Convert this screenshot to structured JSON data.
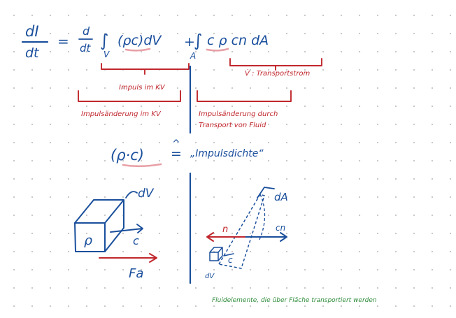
{
  "equation": {
    "lhs_num": "dI",
    "lhs_den": "dt",
    "equals": "=",
    "d_num": "d",
    "d_den": "dt",
    "integral": "∫",
    "int1_sub": "V",
    "int1_body": "(ρc)dV",
    "plus": "+",
    "int2_sub": "A",
    "int2_body": "c ρ  cn  dA"
  },
  "annotations": {
    "transport": "V̇ : Transportstrom",
    "impuls_kv": "Impuls im KV",
    "change_kv": "Impulsänderung im KV",
    "change_transport_1": "Impulsänderung durch",
    "change_transport_2": "Transport von Fluid"
  },
  "density": {
    "expr": "(ρ·c)",
    "equals": "=",
    "hat": "^",
    "label": "„Impulsdichte“"
  },
  "cube": {
    "dV": "dV",
    "rho": "ρ",
    "c": "c",
    "force": "Fa"
  },
  "surface": {
    "dA": "dA",
    "n": "n",
    "cn": "cn",
    "c": "c",
    "dV": "dV"
  },
  "footer": "Fluidelemente, die über Fläche transportiert werden",
  "colors": {
    "blue": "#1a4f9c",
    "red": "#c0272d",
    "pink": "#e8a0a6",
    "green": "#2e8b3a"
  }
}
